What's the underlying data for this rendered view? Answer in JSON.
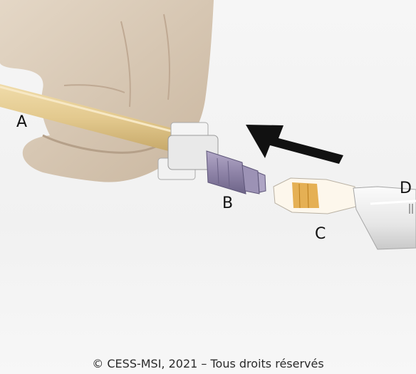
{
  "labels": {
    "a": "A",
    "b": "B",
    "c": "C",
    "d": "D"
  },
  "copyright": "© CESS-MSI, 2021 – Tous droits réservés",
  "colors": {
    "background": "#f3f3f3",
    "glove": "#d8c8b4",
    "catheter_tube": "#e3c98e",
    "hub_purple": "#8f84a8",
    "cap_orange": "#e0a33a",
    "arrow": "#111111"
  },
  "icons": {
    "direction": "arrow-left-icon"
  }
}
